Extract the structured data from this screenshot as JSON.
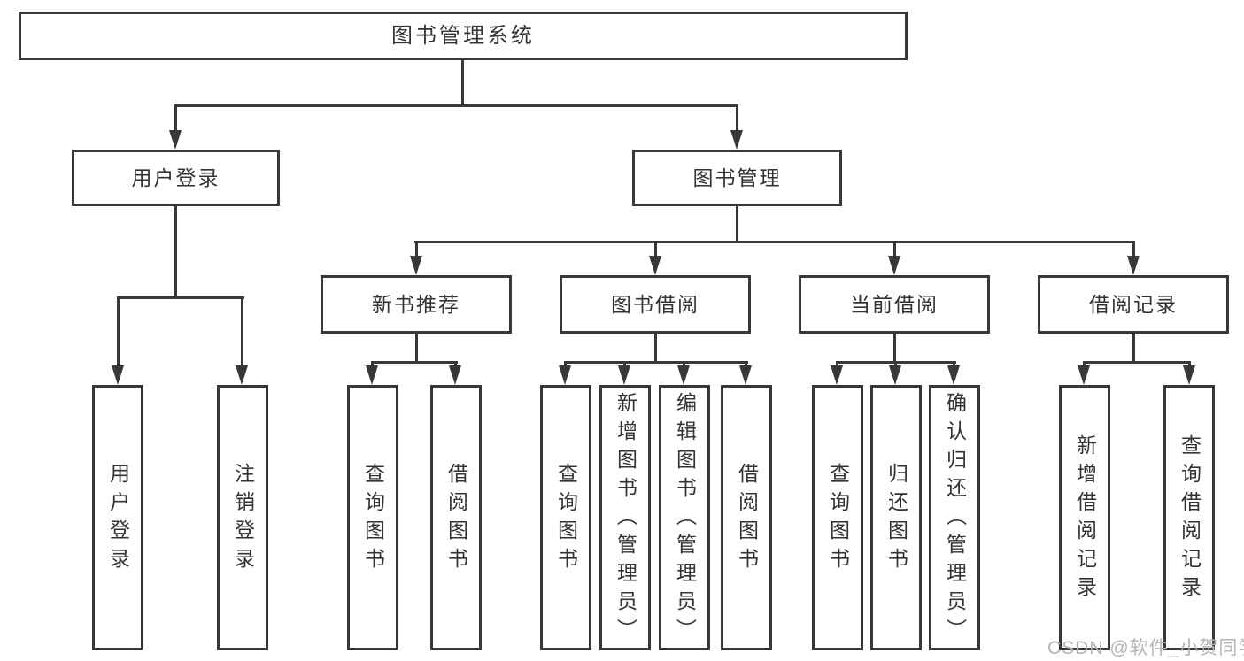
{
  "diagram": {
    "root": "图书管理系统",
    "level2": {
      "user_login": "用户登录",
      "book_mgmt": "图书管理"
    },
    "level3": [
      "新书推荐",
      "图书借阅",
      "当前借阅",
      "借阅记录"
    ],
    "user_children": [
      "用户登录",
      "注销登录"
    ],
    "recommend_children": [
      "查询图书",
      "借阅图书"
    ],
    "borrow_children": [
      "查询图书",
      "新增图书（管理员）",
      "编辑图书（管理员）",
      "借阅图书"
    ],
    "current_children": [
      "查询图书",
      "归还图书",
      "确认归还（管理员）"
    ],
    "record_children": [
      "新增借阅记录",
      "查询借阅记录"
    ]
  },
  "colors": {
    "line": "#383838",
    "text": "#333333",
    "background": "#ffffff",
    "watermark": "#b5b5b5"
  },
  "watermark": "CSDN @软件_小贺同学"
}
